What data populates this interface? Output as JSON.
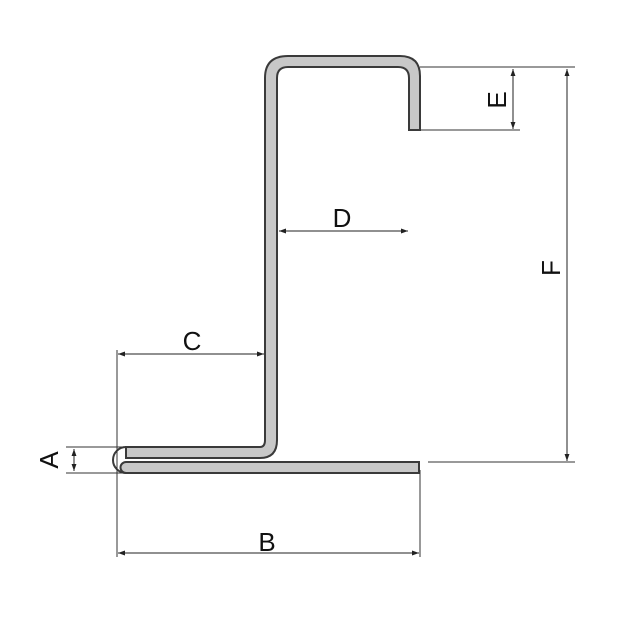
{
  "profile": {
    "fill_color": "#c8c8c8",
    "outline_color": "#3a3a3a"
  },
  "dimensions": {
    "a": "A",
    "b": "B",
    "c": "C",
    "d": "D",
    "e": "E",
    "f": "F"
  }
}
